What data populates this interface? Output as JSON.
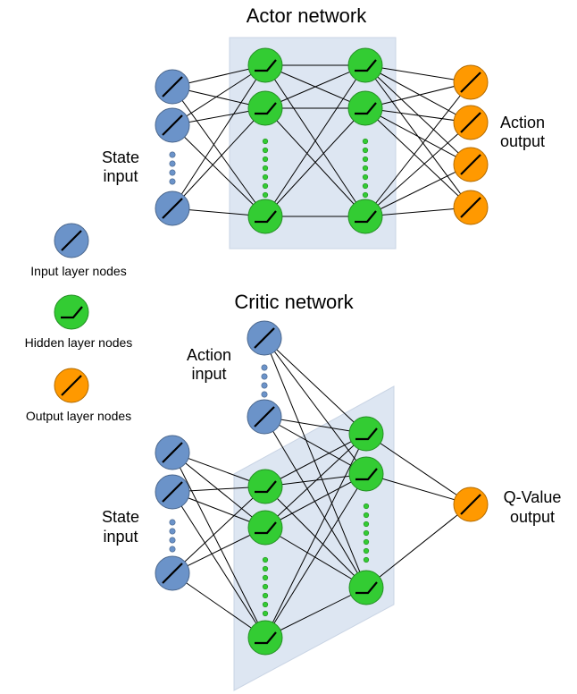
{
  "actor": {
    "title": "Actor network",
    "state_input_label": [
      "State",
      "input"
    ],
    "output_label": [
      "Action",
      "output"
    ]
  },
  "critic": {
    "title": "Critic network",
    "action_input_label": [
      "Action",
      "input"
    ],
    "state_input_label": [
      "State",
      "input"
    ],
    "output_label": [
      "Q-Value",
      "output"
    ]
  },
  "legend": {
    "input": "Input layer nodes",
    "hidden": "Hidden layer nodes",
    "output": "Output layer nodes"
  },
  "colors": {
    "input_node": "#6b93c9",
    "hidden_node": "#33cc33",
    "output_node": "#ff9900",
    "panel": "#dde6f2"
  }
}
